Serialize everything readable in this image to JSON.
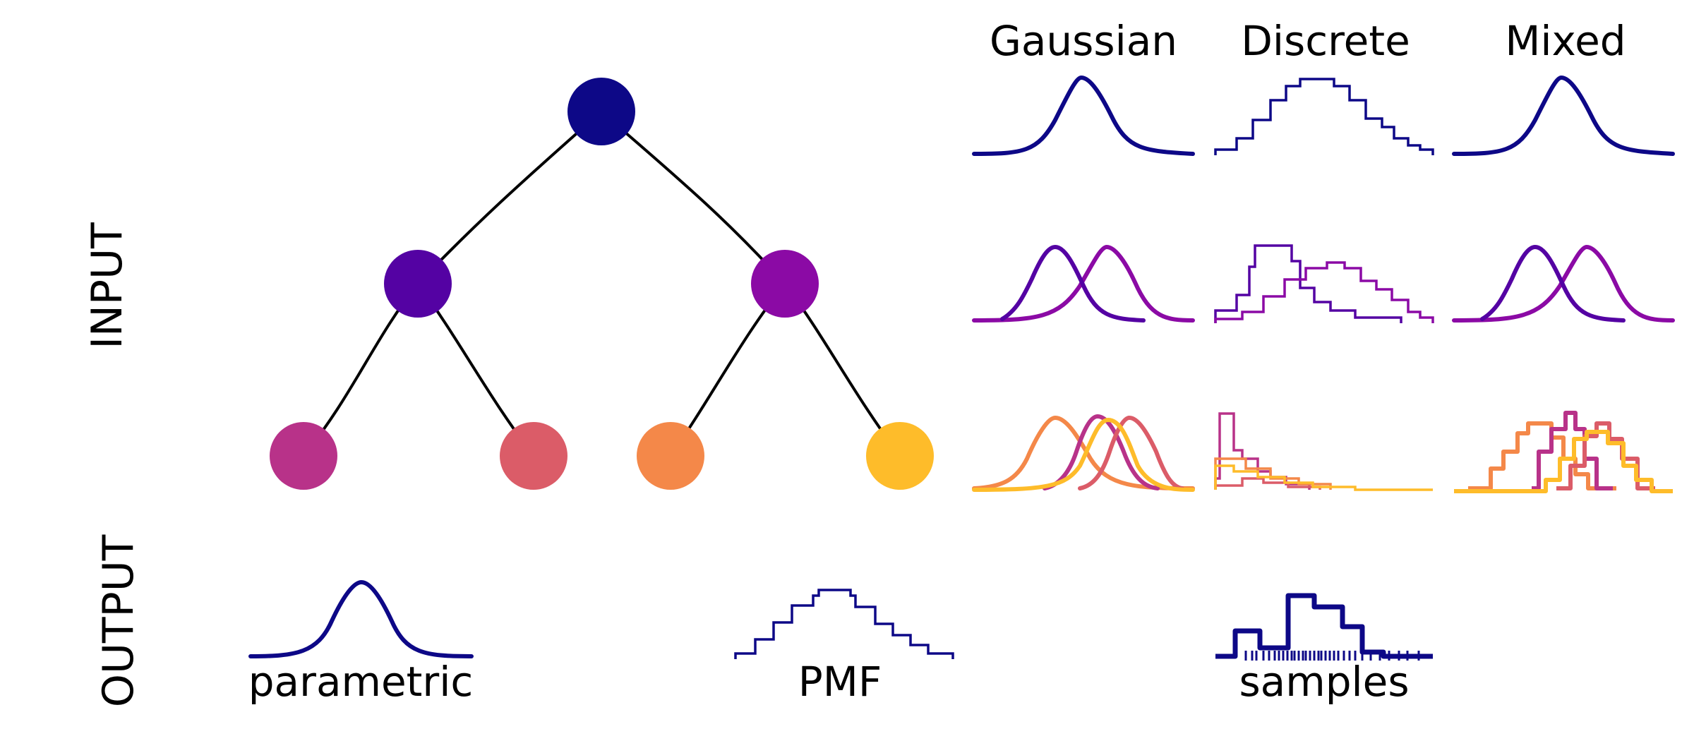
{
  "row_labels": {
    "input": "INPUT",
    "output": "OUTPUT"
  },
  "columns": [
    "Gaussian",
    "Discrete",
    "Mixed"
  ],
  "output_labels": [
    "parametric",
    "PMF",
    "samples"
  ],
  "colors": {
    "root": "#0d0887",
    "level1": [
      "#5402a3",
      "#8b0aa5"
    ],
    "level2": [
      "#b83289",
      "#db5c68",
      "#f48849",
      "#febc2a"
    ],
    "edge": "#000000",
    "text": "#000000"
  }
}
